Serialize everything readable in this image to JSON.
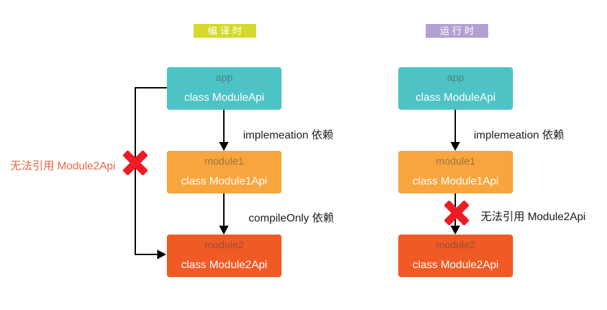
{
  "diagram": {
    "title_semantics": "gradle compileOnly vs implementation dependency visibility",
    "colors": {
      "background": "#ffffff",
      "app_box": "#4ec3c5",
      "module1_box": "#f8a53e",
      "module2_box": "#f05a24",
      "compile_badge": "#d4d92b",
      "runtime_badge": "#b3a0d2",
      "arrow": "#000000",
      "error_x": "#ec1c24",
      "error_text_left": "#ee6542",
      "error_text_right": "#1a1a1a"
    },
    "compile": {
      "badge": "编译时",
      "app": {
        "name": "app",
        "class": "class ModuleApi"
      },
      "module1": {
        "name": "module1",
        "class": "class Module1Api"
      },
      "module2": {
        "name": "module2",
        "class": "class Module2Api"
      },
      "dep1": "implemeation 依赖",
      "dep2": "compileOnly 依赖",
      "error": "无法引用 Module2Api"
    },
    "runtime": {
      "badge": "运行时",
      "app": {
        "name": "app",
        "class": "class ModuleApi"
      },
      "module1": {
        "name": "module1",
        "class": "class Module1Api"
      },
      "module2": {
        "name": "module2",
        "class": "class Module2Api"
      },
      "dep1": "implemeation 依赖",
      "error": "无法引用 Module2Api"
    }
  }
}
